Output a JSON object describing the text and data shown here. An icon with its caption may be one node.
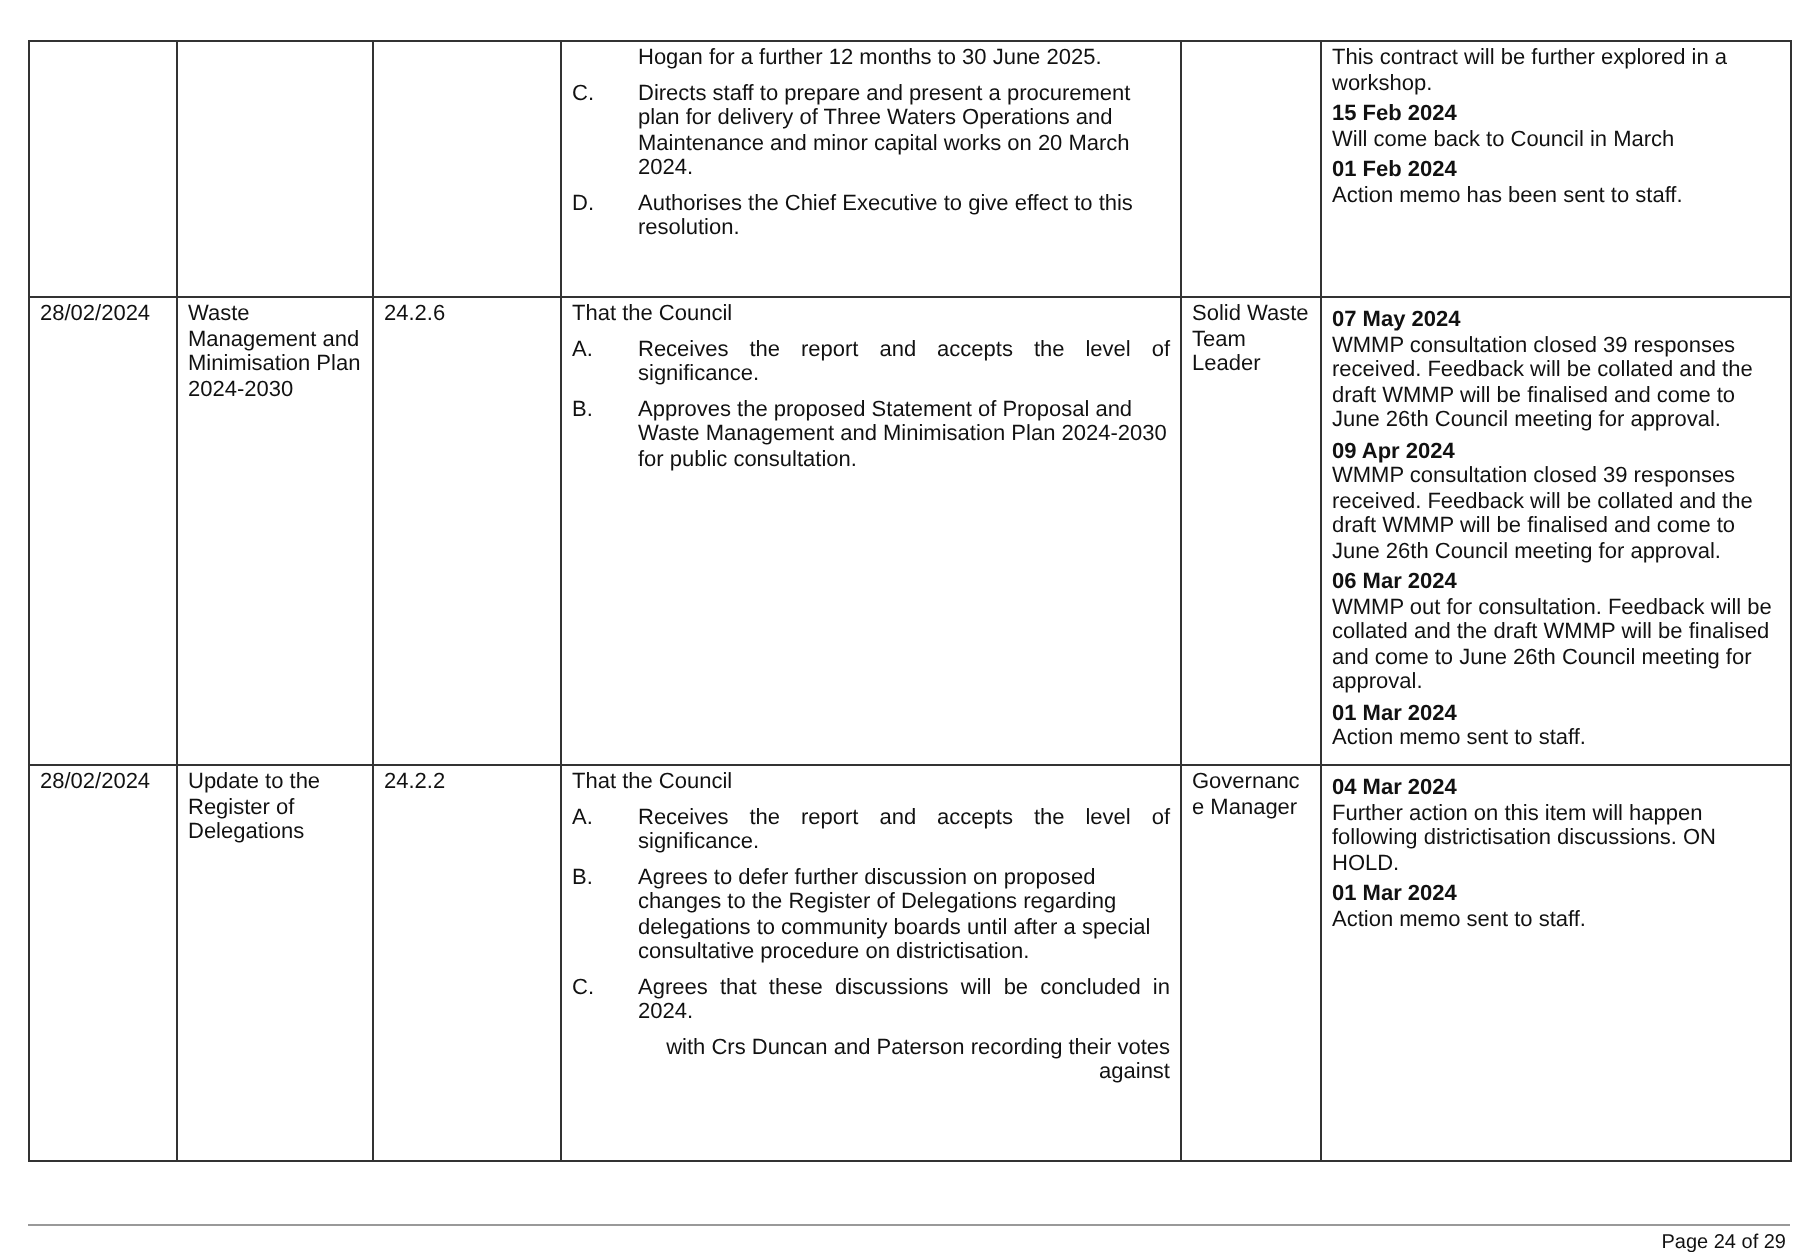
{
  "diagram": {
    "labels": [
      "Hogan for a further 12 months to 30 June 2025.",
      "C.",
      "Directs staff to prepare and present a procurement plan for delivery of Three Waters Operations and Maintenance and minor capital works on 20 March 2024.",
      "D.",
      "Authorises the Chief Executive to give effect to this resolution.",
      "This contract will be further explored in a workshop.",
      "15 Feb 2024",
      "Will come back to Council in March",
      "01 Feb 2024",
      "Action memo has been sent to staff.",
      "28/02/2024",
      "Waste Management and Minimisation Plan 2024-2030",
      "24.2.6",
      "That the Council",
      "A.",
      "Receives the report and accepts the level of significance.",
      "B.",
      "Approves the proposed Statement of Proposal and Waste Management and Minimisation Plan 2024-2030 for public consultation.",
      "Solid Waste Team Leader",
      "07 May 2024",
      "WMMP consultation closed 39 responses received. Feedback will be collated and the draft WMMP will be finalised and come to June 26th Council meeting for approval.",
      "09 Apr 2024",
      "WMMP consultation closed 39 responses received. Feedback will be collated and the draft WMMP will be finalised and come to June 26th Council meeting for approval.",
      "06 Mar 2024",
      "WMMP out for consultation. Feedback will be collated and the draft WMMP will be finalised and come to June 26th Council meeting for approval.",
      "01 Mar 2024",
      "Action memo sent to staff.",
      "28/02/2024",
      "Update to the Register of Delegations",
      "24.2.2",
      "That the Council",
      "A.",
      "Receives the report and accepts the level of significance.",
      "B.",
      "Agrees to defer further discussion on proposed changes to the Register of Delegations regarding delegations to community boards until after a special consultative procedure on districtisation.",
      "C.",
      "Agrees that these discussions will be concluded in 2024.",
      "with Crs Duncan and Paterson recording their votes against",
      "Governance Manager",
      "04 Mar 2024",
      "Further action on this item will happen following districtisation discussions. ON HOLD.",
      "01 Mar 2024",
      "Action memo sent to staff.",
      "Page 24 of 29"
    ]
  }
}
